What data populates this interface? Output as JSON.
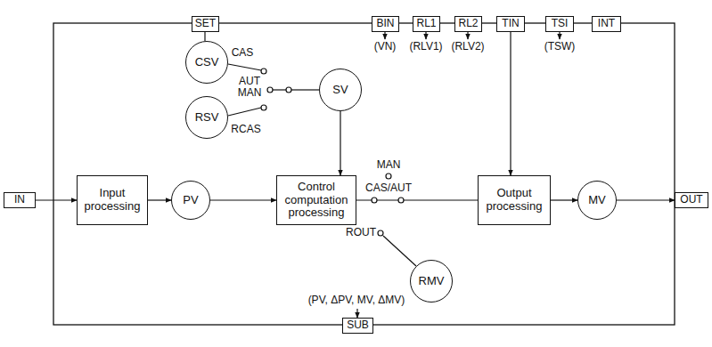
{
  "diagram": {
    "nodes": [
      {
        "text": [
          "SET"
        ]
      },
      {
        "text": [
          "BIN"
        ]
      },
      {
        "text": [
          "RL1"
        ]
      },
      {
        "text": [
          "RL2"
        ]
      },
      {
        "text": [
          "TIN"
        ]
      },
      {
        "text": [
          "TSI"
        ]
      },
      {
        "text": [
          "INT"
        ]
      },
      {
        "text": [
          "CSV"
        ]
      },
      {
        "text": [
          "SV"
        ]
      },
      {
        "text": [
          "RSV"
        ]
      },
      {
        "text": [
          "IN"
        ]
      },
      {
        "text": [
          "Input processing"
        ]
      },
      {
        "text": [
          "PV"
        ]
      },
      {
        "text": [
          "Control computation processing"
        ]
      },
      {
        "text": [
          "Output processing"
        ]
      },
      {
        "text": [
          "MV"
        ]
      },
      {
        "text": [
          "OUT"
        ]
      },
      {
        "text": [
          "RMV"
        ]
      },
      {
        "text": [
          "SUB"
        ]
      }
    ],
    "edges": [
      {
        "from": 10,
        "to": 11,
        "arrow": "to"
      },
      {
        "from": 11,
        "to": 12,
        "arrow": "to"
      },
      {
        "from": 12,
        "to": 13,
        "arrow": "to"
      },
      {
        "from": 0,
        "to": 7,
        "arrow": "none"
      },
      {
        "from": 8,
        "to": 13,
        "arrow": "to"
      },
      {
        "from": 13,
        "to": 14,
        "arrow": "none"
      },
      {
        "from": 4,
        "to": 14,
        "arrow": "to"
      },
      {
        "from": 14,
        "to": 15,
        "arrow": "to"
      },
      {
        "from": 15,
        "to": 16,
        "arrow": "to"
      }
    ],
    "labels": [
      "CAS",
      "AUT",
      "MAN",
      "RCAS",
      "(VN)",
      "(RLV1)",
      "(RLV2)",
      "(TSW)",
      "MAN",
      "CAS/AUT",
      "ROUT",
      "(PV, ΔPV, MV, ΔMV)"
    ]
  }
}
